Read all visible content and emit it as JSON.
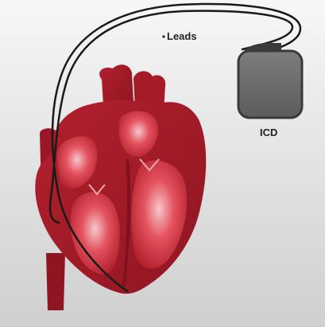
{
  "diagram": {
    "labels": {
      "leads": "Leads",
      "device": "ICD"
    },
    "colors": {
      "background_top": "#f7f7f7",
      "background_bottom": "#cfcfcf",
      "heart_dark": "#8e1622",
      "heart_mid": "#b3202d",
      "heart_light": "#e3525e",
      "heart_highlight": "#f7c6cb",
      "device_body": "#6f6f6f",
      "device_edge": "#3a3a3a",
      "lead_wire": "#1a1a1a"
    },
    "icons": [
      "heart-illustration",
      "icd-device-icon",
      "lead-wires"
    ]
  }
}
